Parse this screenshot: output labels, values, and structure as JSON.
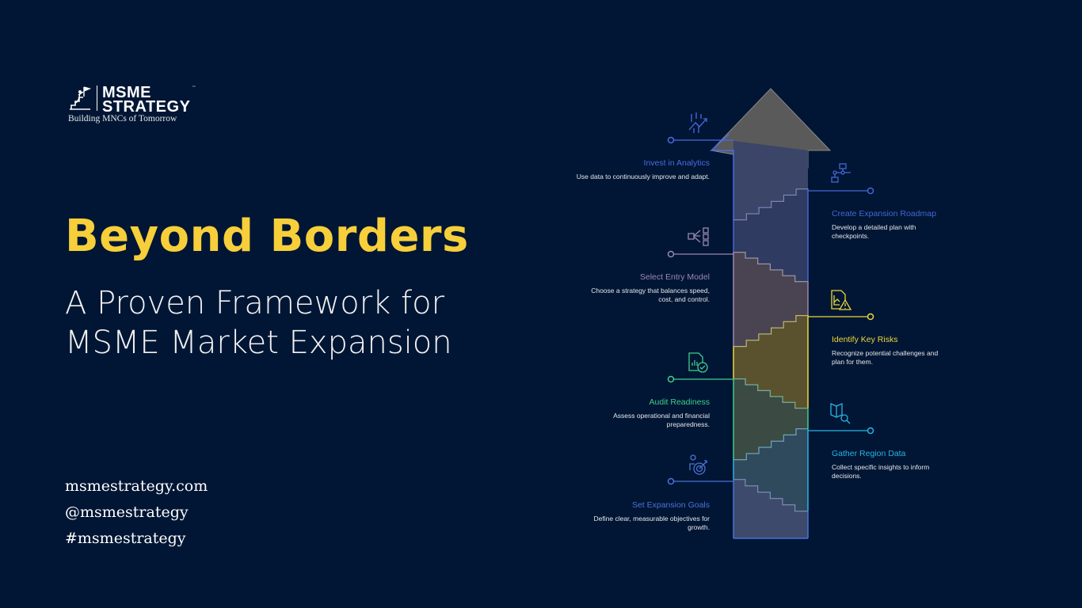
{
  "brand": {
    "name_line1": "MSME",
    "name_line2": "STRATEGY",
    "tagline": "Building MNCs of Tomorrow",
    "tm": "™"
  },
  "hero": {
    "title": "Beyond Borders",
    "subtitle_line1": "A Proven Framework for",
    "subtitle_line2": "MSME Market Expansion"
  },
  "links": [
    "msmestrategy.com",
    "@msmestrategy",
    "#msmestrategy"
  ],
  "steps": [
    {
      "title": "Set Expansion Goals",
      "desc": "Define clear, measurable objectives for growth.",
      "icon": "target-person-icon",
      "color": "#4a72d8",
      "side": "left"
    },
    {
      "title": "Gather Region Data",
      "desc": "Collect specific insights to inform decisions.",
      "icon": "map-search-icon",
      "color": "#29b3e6",
      "side": "right"
    },
    {
      "title": "Audit Readiness",
      "desc": "Assess operational and financial preparedness.",
      "icon": "document-check-icon",
      "color": "#3ecf8e",
      "side": "left"
    },
    {
      "title": "Identify Key Risks",
      "desc": "Recognize potential challenges and plan for them.",
      "icon": "warning-chart-icon",
      "color": "#ecd83a",
      "side": "right"
    },
    {
      "title": "Select Entry Model",
      "desc": "Choose a strategy that balances speed, cost, and control.",
      "icon": "branching-options-icon",
      "color": "#9a88b0",
      "side": "left"
    },
    {
      "title": "Create Expansion Roadmap",
      "desc": "Develop a detailed plan with checkpoints.",
      "icon": "flowchart-icon",
      "color": "#4566d6",
      "side": "right"
    },
    {
      "title": "Invest in Analytics",
      "desc": "Use data to continuously improve and adapt.",
      "icon": "analytics-trend-icon",
      "color": "#4a6ae6",
      "side": "left"
    }
  ]
}
